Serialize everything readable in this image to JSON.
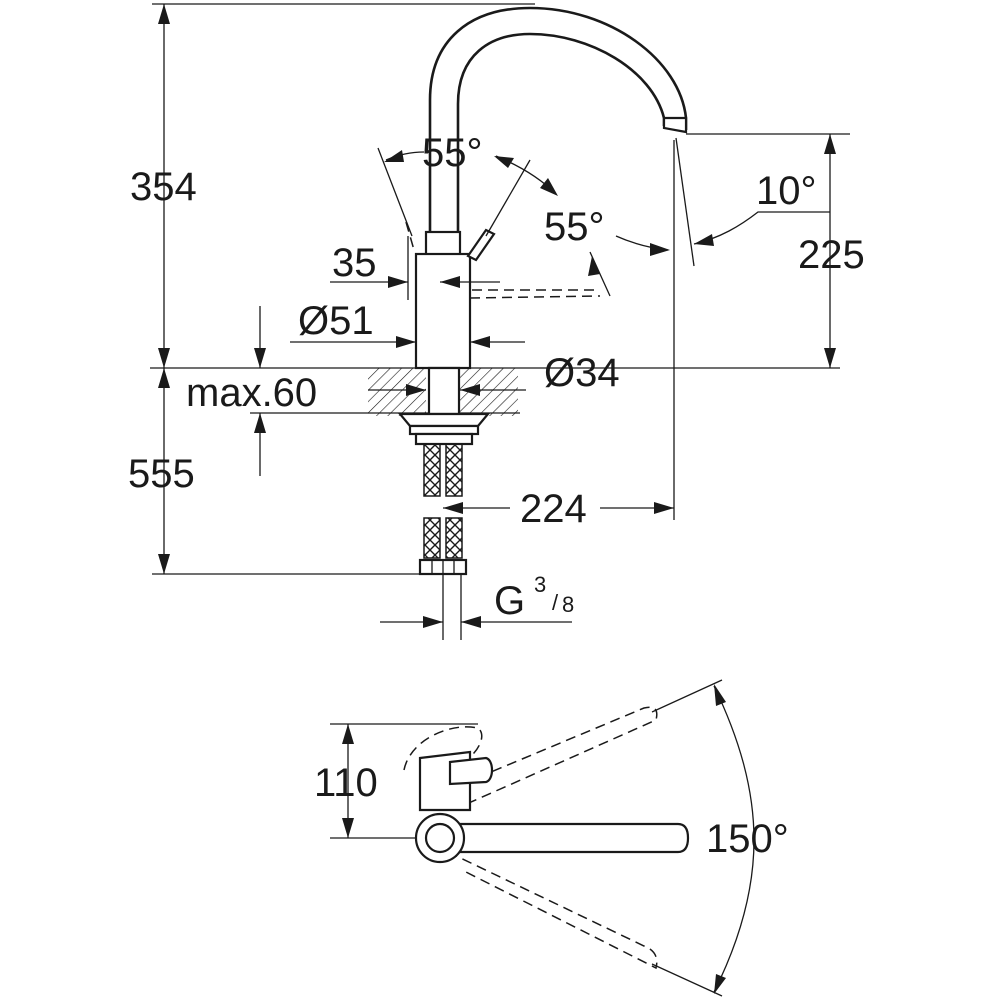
{
  "dimensions": {
    "height_total": "354",
    "handle_angle_left": "55°",
    "handle_angle_right": "55°",
    "spout_tilt_angle": "10°",
    "spout_outlet_height": "225",
    "body_width": "35",
    "base_diameter": "Ø51",
    "hole_diameter": "Ø34",
    "max_counter_thickness": "max.60",
    "hose_length": "555",
    "spout_reach": "224",
    "thread_main": "G",
    "thread_num": "3",
    "thread_den": "8",
    "plan_depth": "110",
    "swivel_angle": "150°"
  }
}
